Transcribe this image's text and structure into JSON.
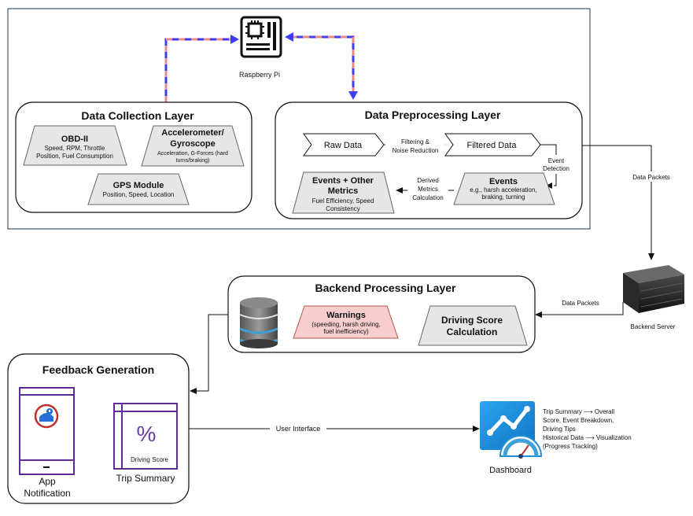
{
  "raspberry_pi": {
    "label": "Raspberry Pi",
    "icon": "raspberry-pi-chip-icon"
  },
  "data_collection": {
    "title": "Data Collection Layer",
    "obd": {
      "title": "OBD-II",
      "line1": "Speed, RPM, Throttle",
      "line2": "Position, Fuel Consumption"
    },
    "accel": {
      "title1": "Accelerometer/",
      "title2": "Gyroscope",
      "line1": "Acceleration, G-Forces (hard",
      "line2": "turns/braking)"
    },
    "gps": {
      "title": "GPS Module",
      "line1": "Position, Speed, Location"
    }
  },
  "preprocessing": {
    "title": "Data Preprocessing Layer",
    "raw": "Raw Data",
    "filtering_line1": "Filtering &",
    "filtering_line2": "Noise Reduction",
    "filtered": "Filtered Data",
    "event_detection_line1": "Event",
    "event_detection_line2": "Detection",
    "events": {
      "title": "Events",
      "line1": "e.g., harsh acceleration,",
      "line2": "braking, turning"
    },
    "derived_line1": "Derived",
    "derived_line2": "Metrics",
    "derived_line3": "Calculation",
    "metrics": {
      "title1": "Events + Other",
      "title2": "Metrics",
      "line1": "Fuel Efficiency, Speed",
      "line2": "Consistency"
    }
  },
  "data_packets_1": "Data Packets",
  "data_packets_2": "Data Packets",
  "backend_server": {
    "label": "Backend Server",
    "icon": "server-icon"
  },
  "backend": {
    "title": "Backend Processing Layer",
    "database_icon": "database-icon",
    "warnings": {
      "title": "Warnings",
      "line1": "(speeding, harsh driving,",
      "line2": "fuel inefficiency)"
    },
    "score": {
      "line1": "Driving Score",
      "line2": "Calculation"
    }
  },
  "feedback": {
    "title": "Feedback Generation",
    "app_line1": "App",
    "app_line2": "Notification",
    "trip_summary": "Trip Summary",
    "driving_score": "Driving Score",
    "phone_icon": "phone-notification-icon",
    "percent_icon": "percent-icon"
  },
  "user_interface": "User Interface",
  "dashboard": {
    "label": "Dashboard",
    "icon": "dashboard-chart-icon",
    "desc1": "Trip Summary ⟶ Overall",
    "desc2": "Score, Event Breakdown,",
    "desc3": "Driving Tips",
    "desc4": "Historical Data ⟶ Visualization",
    "desc5": "(Progress Tracking)"
  },
  "colors": {
    "pi_link_blue": "#3c3cf0",
    "pi_link_pink": "#ee8888",
    "frame_border": "#17374f",
    "shape_fill": "#e6e6e6",
    "warning_fill": "#f8cecc",
    "warning_stroke": "#b85450",
    "purple": "#5b2c91",
    "dashboard_blue": "#1f8fdc"
  }
}
